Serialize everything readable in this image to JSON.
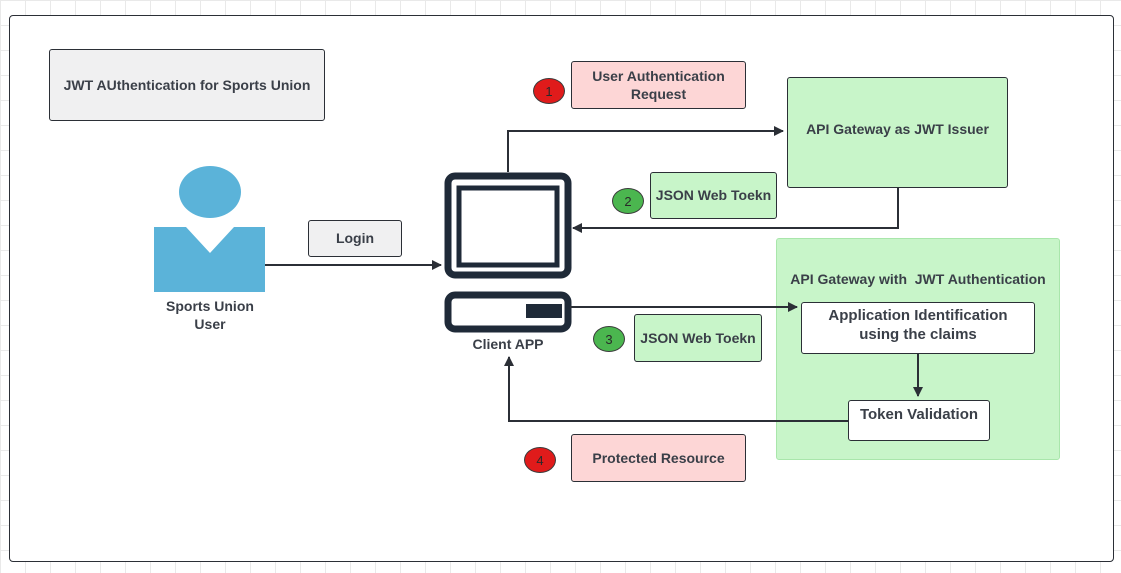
{
  "title": "JWT AUthentication for Sports Union",
  "user": {
    "label_line1": "Sports Union",
    "label_line2": "User"
  },
  "login_label": "Login",
  "client_label": "Client APP",
  "step1": {
    "number": "1",
    "label_line1": "User Authentication",
    "label_line2": "Request"
  },
  "issuer_label": "API Gateway as JWT Issuer",
  "step2": {
    "number": "2",
    "label": "JSON Web Toekn"
  },
  "auth_zone": {
    "title": "API Gateway with  JWT Authentication",
    "app_id_line1": "Application Identification",
    "app_id_line2": "using the claims",
    "token_validation": "Token Validation"
  },
  "step3": {
    "number": "3",
    "label": "JSON Web Toekn"
  },
  "step4": {
    "number": "4",
    "label": "Protected Resource"
  },
  "colors": {
    "red_badge": "#e01b1b",
    "green_badge": "#4bb64f",
    "pink_box": "#fdd6d6",
    "green_box": "#c8f5c9",
    "user_blue": "#5bb3d9",
    "outline": "#2b2f36"
  }
}
